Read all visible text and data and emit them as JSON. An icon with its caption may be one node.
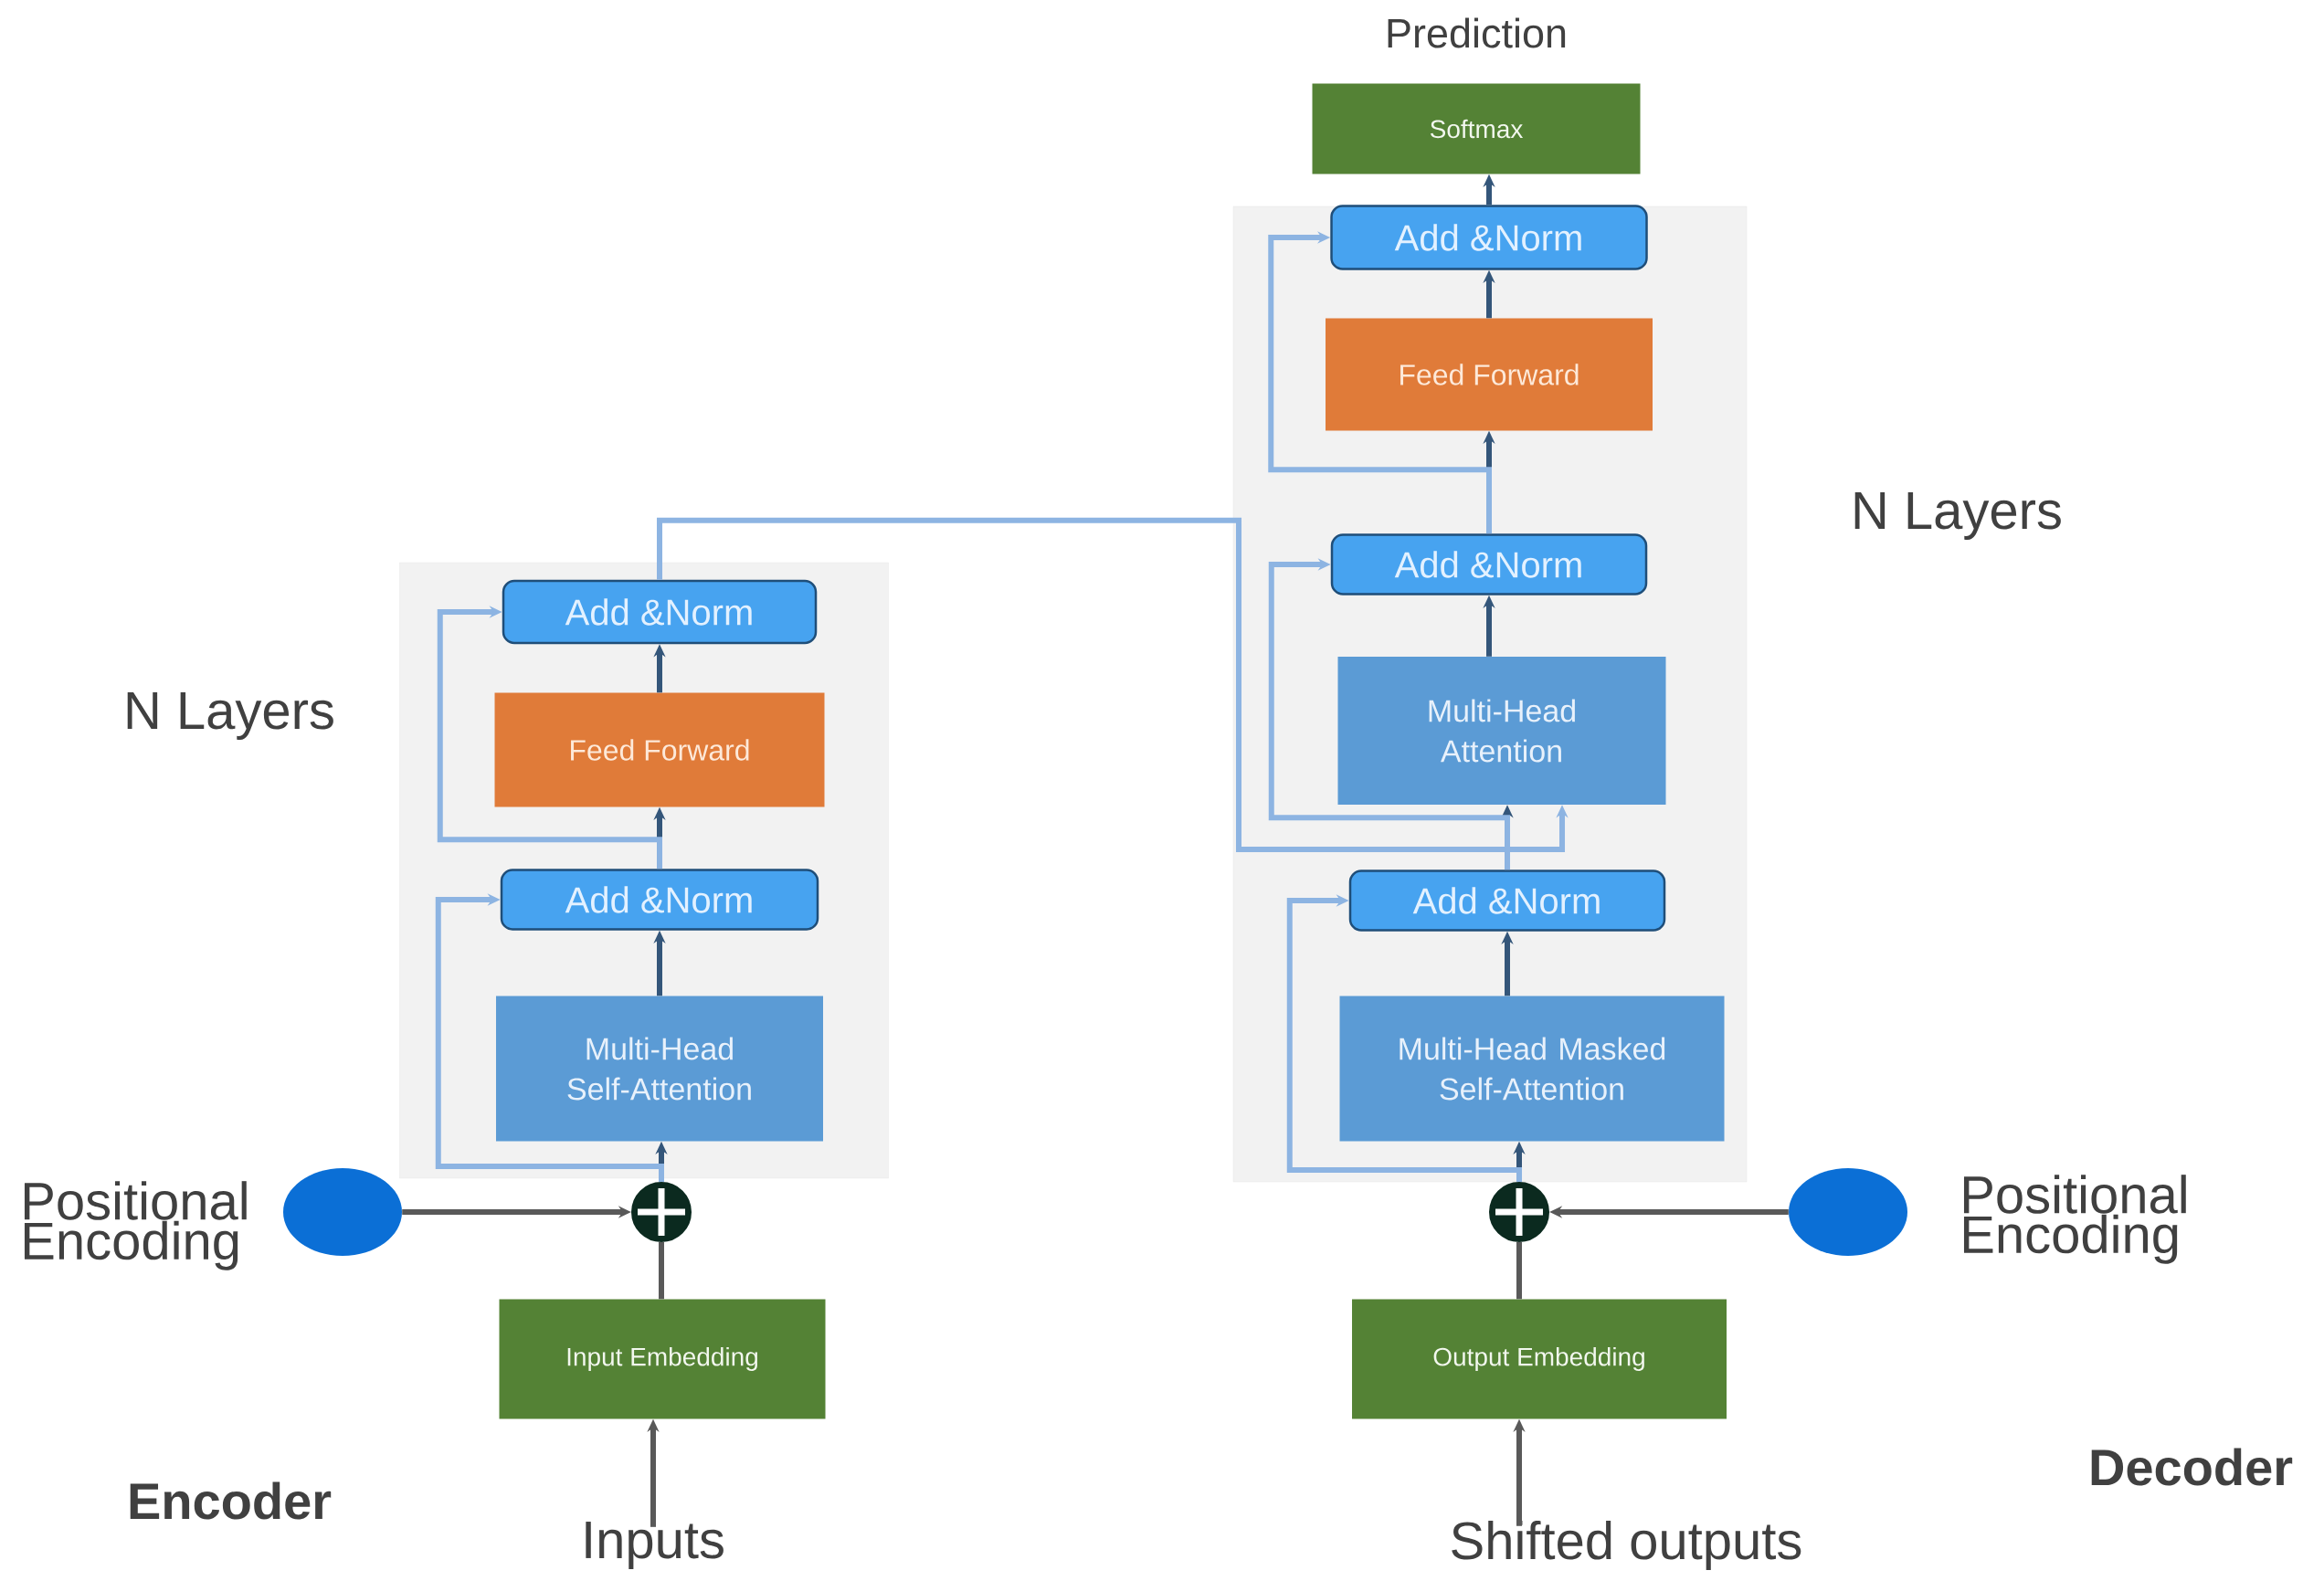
{
  "diagram": {
    "nodes": [
      {
        "text": [
          "N Layers"
        ]
      },
      {
        "text": [
          "Add &Norm"
        ],
        "in": 0
      },
      {
        "text": [
          "Feed Forward"
        ],
        "in": 0
      },
      {
        "text": [
          "Add &Norm"
        ],
        "in": 0
      },
      {
        "text": [
          "Multi-Head Self-Attention"
        ],
        "in": 0
      },
      {
        "text": [],
        "shape": "circle"
      },
      {
        "text": [],
        "shape": "ellipse",
        "beside": [
          "Positional Encoding"
        ]
      },
      {
        "text": [
          "Input Embedding"
        ]
      },
      {
        "text": [
          "Inputs"
        ]
      },
      {
        "text": [
          "N Layers"
        ]
      },
      {
        "text": [
          "Softmax"
        ],
        "beside": [
          "Prediction"
        ]
      },
      {
        "text": [
          "Add &Norm"
        ],
        "in": 9
      },
      {
        "text": [
          "Feed Forward"
        ],
        "in": 9
      },
      {
        "text": [
          "Add &Norm"
        ],
        "in": 9
      },
      {
        "text": [
          "Multi-Head Attention"
        ],
        "in": 9
      },
      {
        "text": [
          "Add &Norm"
        ],
        "in": 9
      },
      {
        "text": [
          "Multi-Head Masked Self-Attention"
        ],
        "in": 9
      },
      {
        "text": [],
        "shape": "circle"
      },
      {
        "text": [],
        "shape": "ellipse",
        "beside": [
          "Positional Encoding"
        ]
      },
      {
        "text": [
          "Output Embedding"
        ]
      },
      {
        "text": [
          "Shifted outputs"
        ]
      }
    ],
    "edges": [
      {
        "from": 8,
        "to": 7,
        "arrow": "to",
        "color": "#595959"
      },
      {
        "from": 7,
        "to": 5,
        "arrow": "none",
        "color": "#595959"
      },
      {
        "from": 6,
        "to": 5,
        "arrow": "to",
        "color": "#595959"
      },
      {
        "from": 5,
        "to": 4,
        "arrow": "to"
      },
      {
        "from": 4,
        "to": 3,
        "arrow": "to"
      },
      {
        "from": 3,
        "to": 2,
        "arrow": "to"
      },
      {
        "from": 2,
        "to": 1,
        "arrow": "to"
      },
      {
        "from": 5,
        "to": 3,
        "arrow": "to",
        "color": "#8db4e2"
      },
      {
        "from": 3,
        "to": 1,
        "arrow": "to",
        "color": "#8db4e2"
      },
      {
        "from": 1,
        "to": 14,
        "arrow": "to",
        "color": "#8db4e2"
      },
      {
        "from": 20,
        "to": 19,
        "arrow": "to",
        "color": "#595959"
      },
      {
        "from": 19,
        "to": 17,
        "arrow": "none",
        "color": "#595959"
      },
      {
        "from": 18,
        "to": 17,
        "arrow": "to",
        "color": "#595959"
      },
      {
        "from": 17,
        "to": 16,
        "arrow": "to"
      },
      {
        "from": 16,
        "to": 15,
        "arrow": "to"
      },
      {
        "from": 15,
        "to": 14,
        "arrow": "to"
      },
      {
        "from": 14,
        "to": 13,
        "arrow": "to"
      },
      {
        "from": 13,
        "to": 12,
        "arrow": "to"
      },
      {
        "from": 12,
        "to": 11,
        "arrow": "to"
      },
      {
        "from": 11,
        "to": 10,
        "arrow": "to"
      },
      {
        "from": 17,
        "to": 15,
        "arrow": "to",
        "color": "#8db4e2"
      },
      {
        "from": 15,
        "to": 13,
        "arrow": "to",
        "color": "#8db4e2"
      },
      {
        "from": 13,
        "to": 11,
        "arrow": "to",
        "color": "#8db4e2"
      }
    ],
    "labels": [
      "Encoder",
      "Decoder"
    ]
  }
}
